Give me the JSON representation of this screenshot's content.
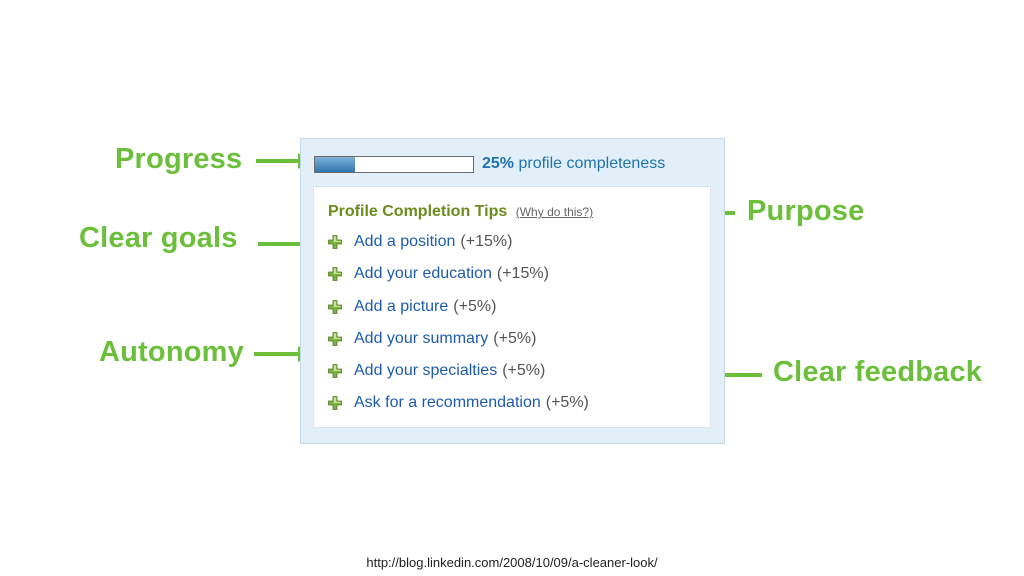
{
  "annotations": {
    "progress": "Progress",
    "clear_goals": "Clear goals",
    "autonomy": "Autonomy",
    "purpose": "Purpose",
    "clear_feedback": "Clear feedback",
    "color": "#6cbf3a"
  },
  "widget": {
    "progress": {
      "percent_value": 25,
      "percent_label": "25%",
      "label": "profile completeness"
    },
    "tips": {
      "title": "Profile Completion Tips",
      "why_link": "(Why do this?)",
      "icon": "green-plus-icon",
      "items": [
        {
          "label": "Add a position",
          "points": "(+15%)"
        },
        {
          "label": "Add your education",
          "points": "(+15%)"
        },
        {
          "label": "Add a picture",
          "points": "(+5%)"
        },
        {
          "label": "Add your summary",
          "points": "(+5%)"
        },
        {
          "label": "Add your specialties",
          "points": "(+5%)"
        },
        {
          "label": "Ask for a recommendation",
          "points": "(+5%)"
        }
      ]
    }
  },
  "source_url": "http://blog.linkedin.com/2008/10/09/a-cleaner-look/"
}
